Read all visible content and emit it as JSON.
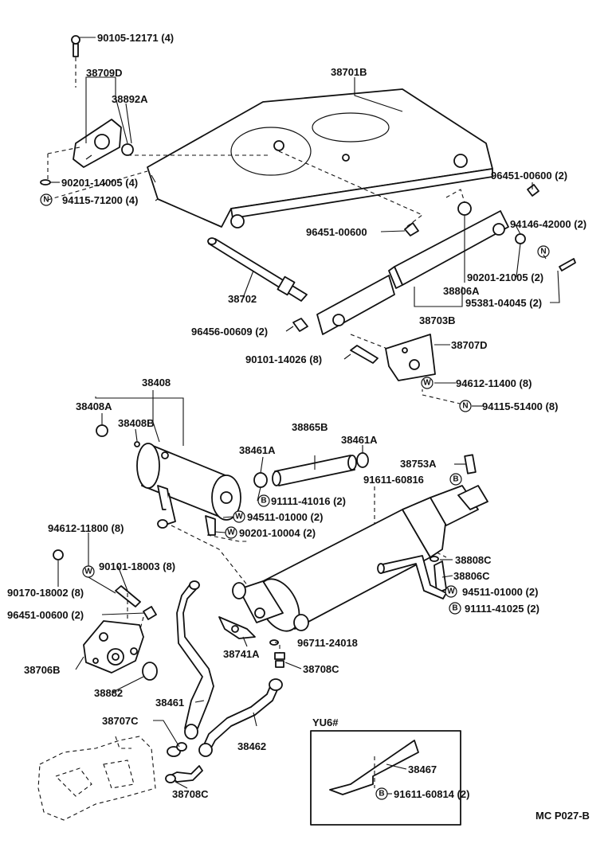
{
  "labels": {
    "l_90105_12171": "90105-12171 (4)",
    "l_38709D": "38709D",
    "l_38892A": "38892A",
    "l_90201_14005": "90201-14005 (4)",
    "l_94115_71200": "94115-71200 (4)",
    "l_38701B": "38701B",
    "l_96451_00600_a": "96451-00600 (2)",
    "l_94146_42000": "94146-42000 (2)",
    "l_96451_00600_b": "96451-00600",
    "l_38702": "38702",
    "l_90201_21005": "90201-21005 (2)",
    "l_38806A": "38806A",
    "l_95381_04045": "95381-04045 (2)",
    "l_38703B": "38703B",
    "l_96456_00609": "96456-00609 (2)",
    "l_38707D": "38707D",
    "l_90101_14026": "90101-14026 (8)",
    "l_94612_11400": "94612-11400 (8)",
    "l_94115_51400": "94115-51400 (8)",
    "l_38408": "38408",
    "l_38408A": "38408A",
    "l_38408B": "38408B",
    "l_38865B": "38865B",
    "l_38461A_a": "38461A",
    "l_38461A_b": "38461A",
    "l_38753A": "38753A",
    "l_91611_60816": "91611-60816",
    "l_91111_41016": "91111-41016 (2)",
    "l_94511_01000_a": "94511-01000 (2)",
    "l_90201_10004": "90201-10004 (2)",
    "l_94612_11800": "94612-11800 (8)",
    "l_90101_18003": "90101-18003 (8)",
    "l_90170_18002": "90170-18002 (8)",
    "l_96451_00600_c": "96451-00600 (2)",
    "l_38808C": "38808C",
    "l_38806C": "38806C",
    "l_94511_01000_b": "94511-01000 (2)",
    "l_91111_41025": "91111-41025 (2)",
    "l_38706B": "38706B",
    "l_38882": "38882",
    "l_38741A": "38741A",
    "l_96711_24018": "96711-24018",
    "l_38708C_a": "38708C",
    "l_38461": "38461",
    "l_38707C": "38707C",
    "l_38462": "38462",
    "l_38708C_b": "38708C",
    "l_YU6": "YU6#",
    "l_38467": "38467",
    "l_91611_60814": "91611-60814 (2)",
    "l_footer": "MC P027-B"
  },
  "symbols": {
    "N": "N",
    "W": "W",
    "B": "B"
  }
}
